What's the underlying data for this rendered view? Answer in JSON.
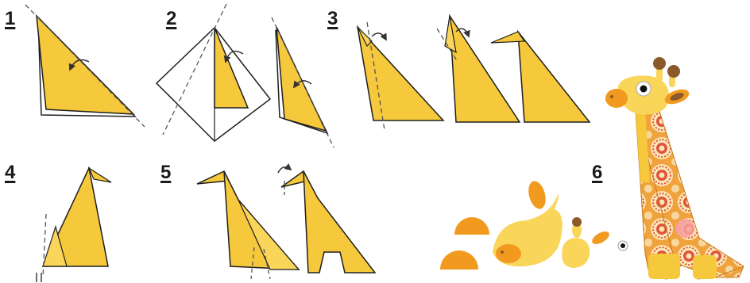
{
  "steps": {
    "s1": "1",
    "s2": "2",
    "s3": "3",
    "s4": "4",
    "s5": "5",
    "s6": "6"
  },
  "colors": {
    "paper_yellow": "#f6c83c",
    "paper_yellow_light": "#f9d55a",
    "outline": "#1e1e1e",
    "fold_line": "#555555",
    "orange": "#f29a1f",
    "brown": "#8a5a2a",
    "pattern_red": "#e0533d",
    "pattern_cream": "#fbe6b6"
  }
}
